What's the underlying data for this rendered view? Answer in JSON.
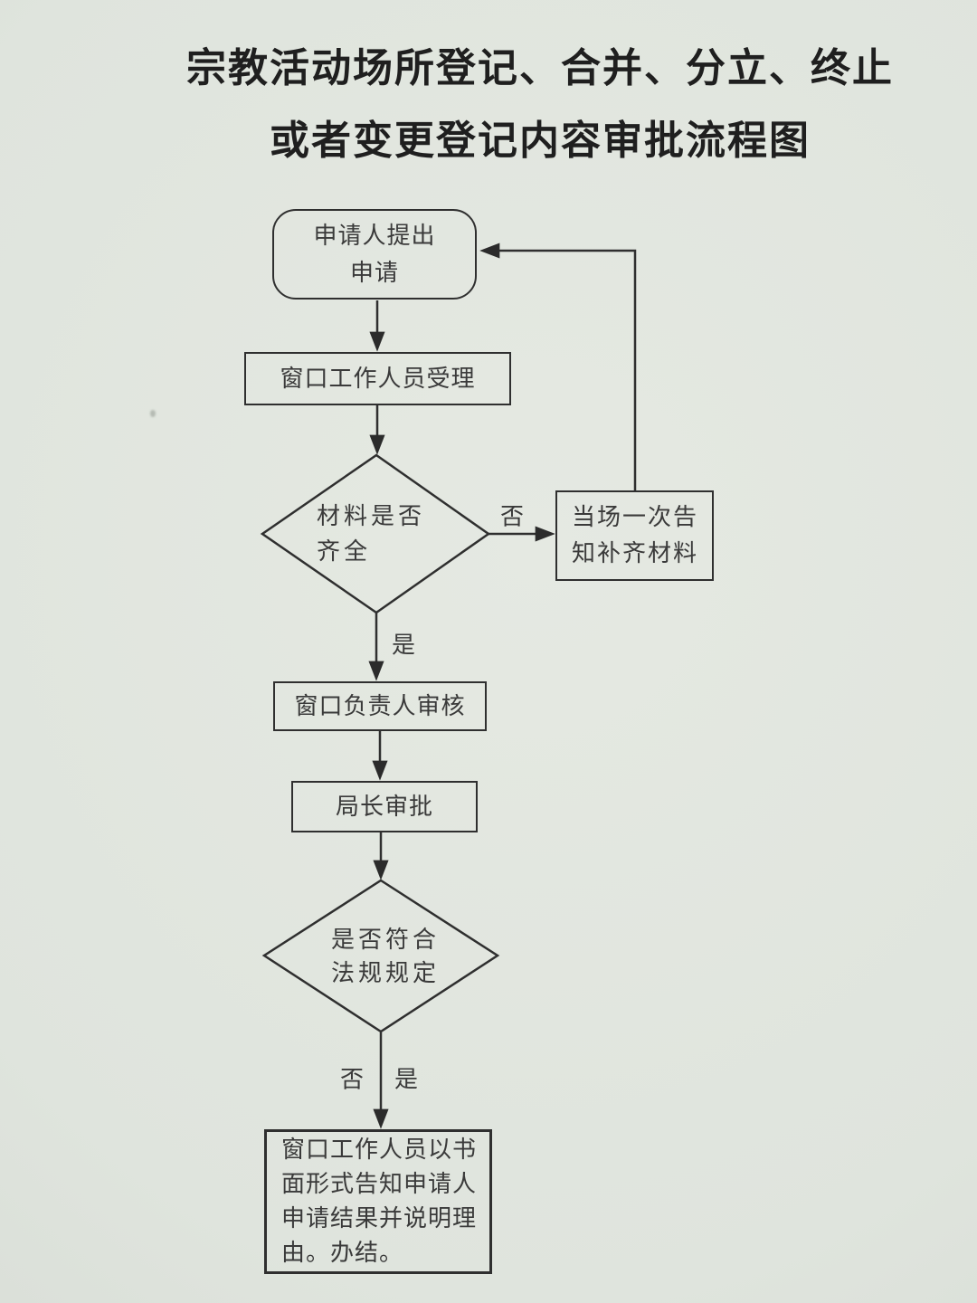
{
  "title": {
    "line1": "宗教活动场所登记、合并、分立、终止",
    "line2": "或者变更登记内容审批流程图"
  },
  "flowchart": {
    "nodes": {
      "start": {
        "label": "申请人提出\n申请",
        "shape": "rounded-rect"
      },
      "accept": {
        "label": "窗口工作人员受理",
        "shape": "rect"
      },
      "check_materials": {
        "label": "材料是否\n齐全",
        "shape": "diamond"
      },
      "notify": {
        "label": "当场一次告\n知补齐材料",
        "shape": "rect"
      },
      "window_review": {
        "label": "窗口负责人审核",
        "shape": "rect"
      },
      "director_approval": {
        "label": "局长审批",
        "shape": "rect"
      },
      "check_compliance": {
        "label": "是否符合\n法规规定",
        "shape": "diamond"
      },
      "result": {
        "label": "窗口工作人员以书\n面形式告知申请人\n申请结果并说明理\n由。办结。",
        "shape": "rect"
      }
    },
    "edge_labels": {
      "materials_no": "否",
      "materials_yes": "是",
      "compliance_no": "否",
      "compliance_yes": "是"
    }
  },
  "colors": {
    "paper": "#dfe4dd",
    "ink": "#2f2f2f"
  }
}
